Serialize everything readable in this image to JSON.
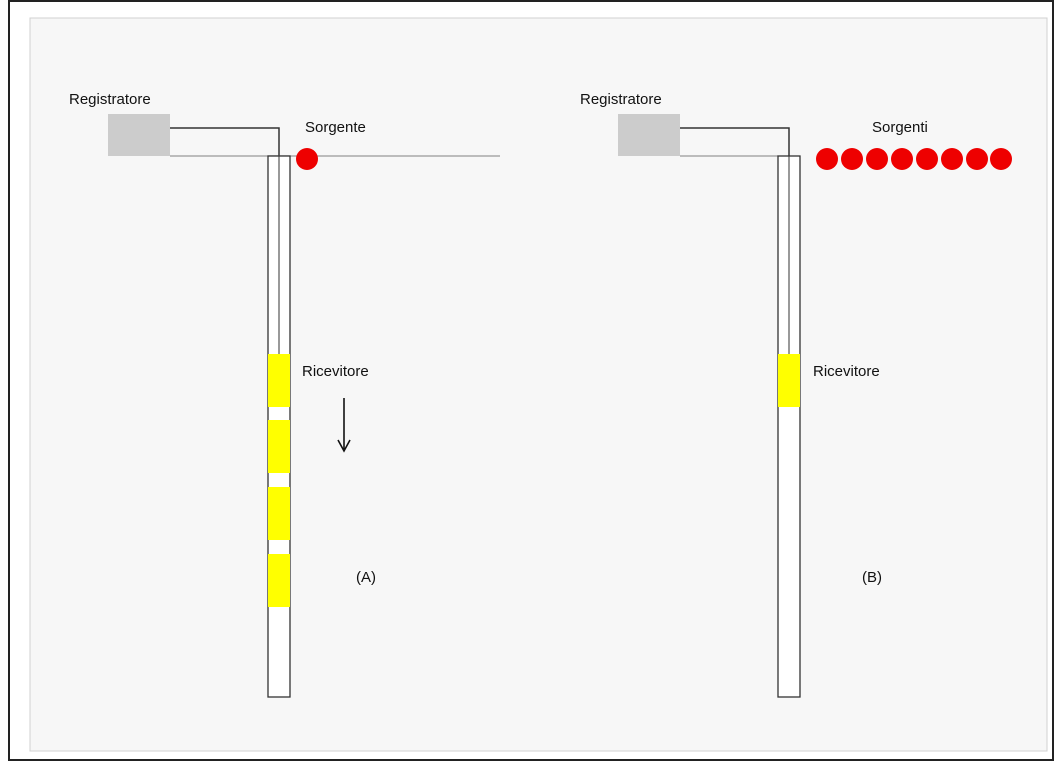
{
  "colors": {
    "background": "#f7f7f7",
    "recorder": "#cccccc",
    "receiver": "#ffff00",
    "source": "#ee0000",
    "line": "#333333"
  },
  "panels": [
    {
      "recorder_label": "Registratore",
      "source_label": "Sorgente",
      "receiver_label": "Ricevitore",
      "caption": "(A)",
      "source_count": 1,
      "receiver_count": 4
    },
    {
      "recorder_label": "Registratore",
      "source_label": "Sorgenti",
      "receiver_label": "Ricevitore",
      "caption": "(B)",
      "source_count": 8,
      "receiver_count": 1
    }
  ]
}
